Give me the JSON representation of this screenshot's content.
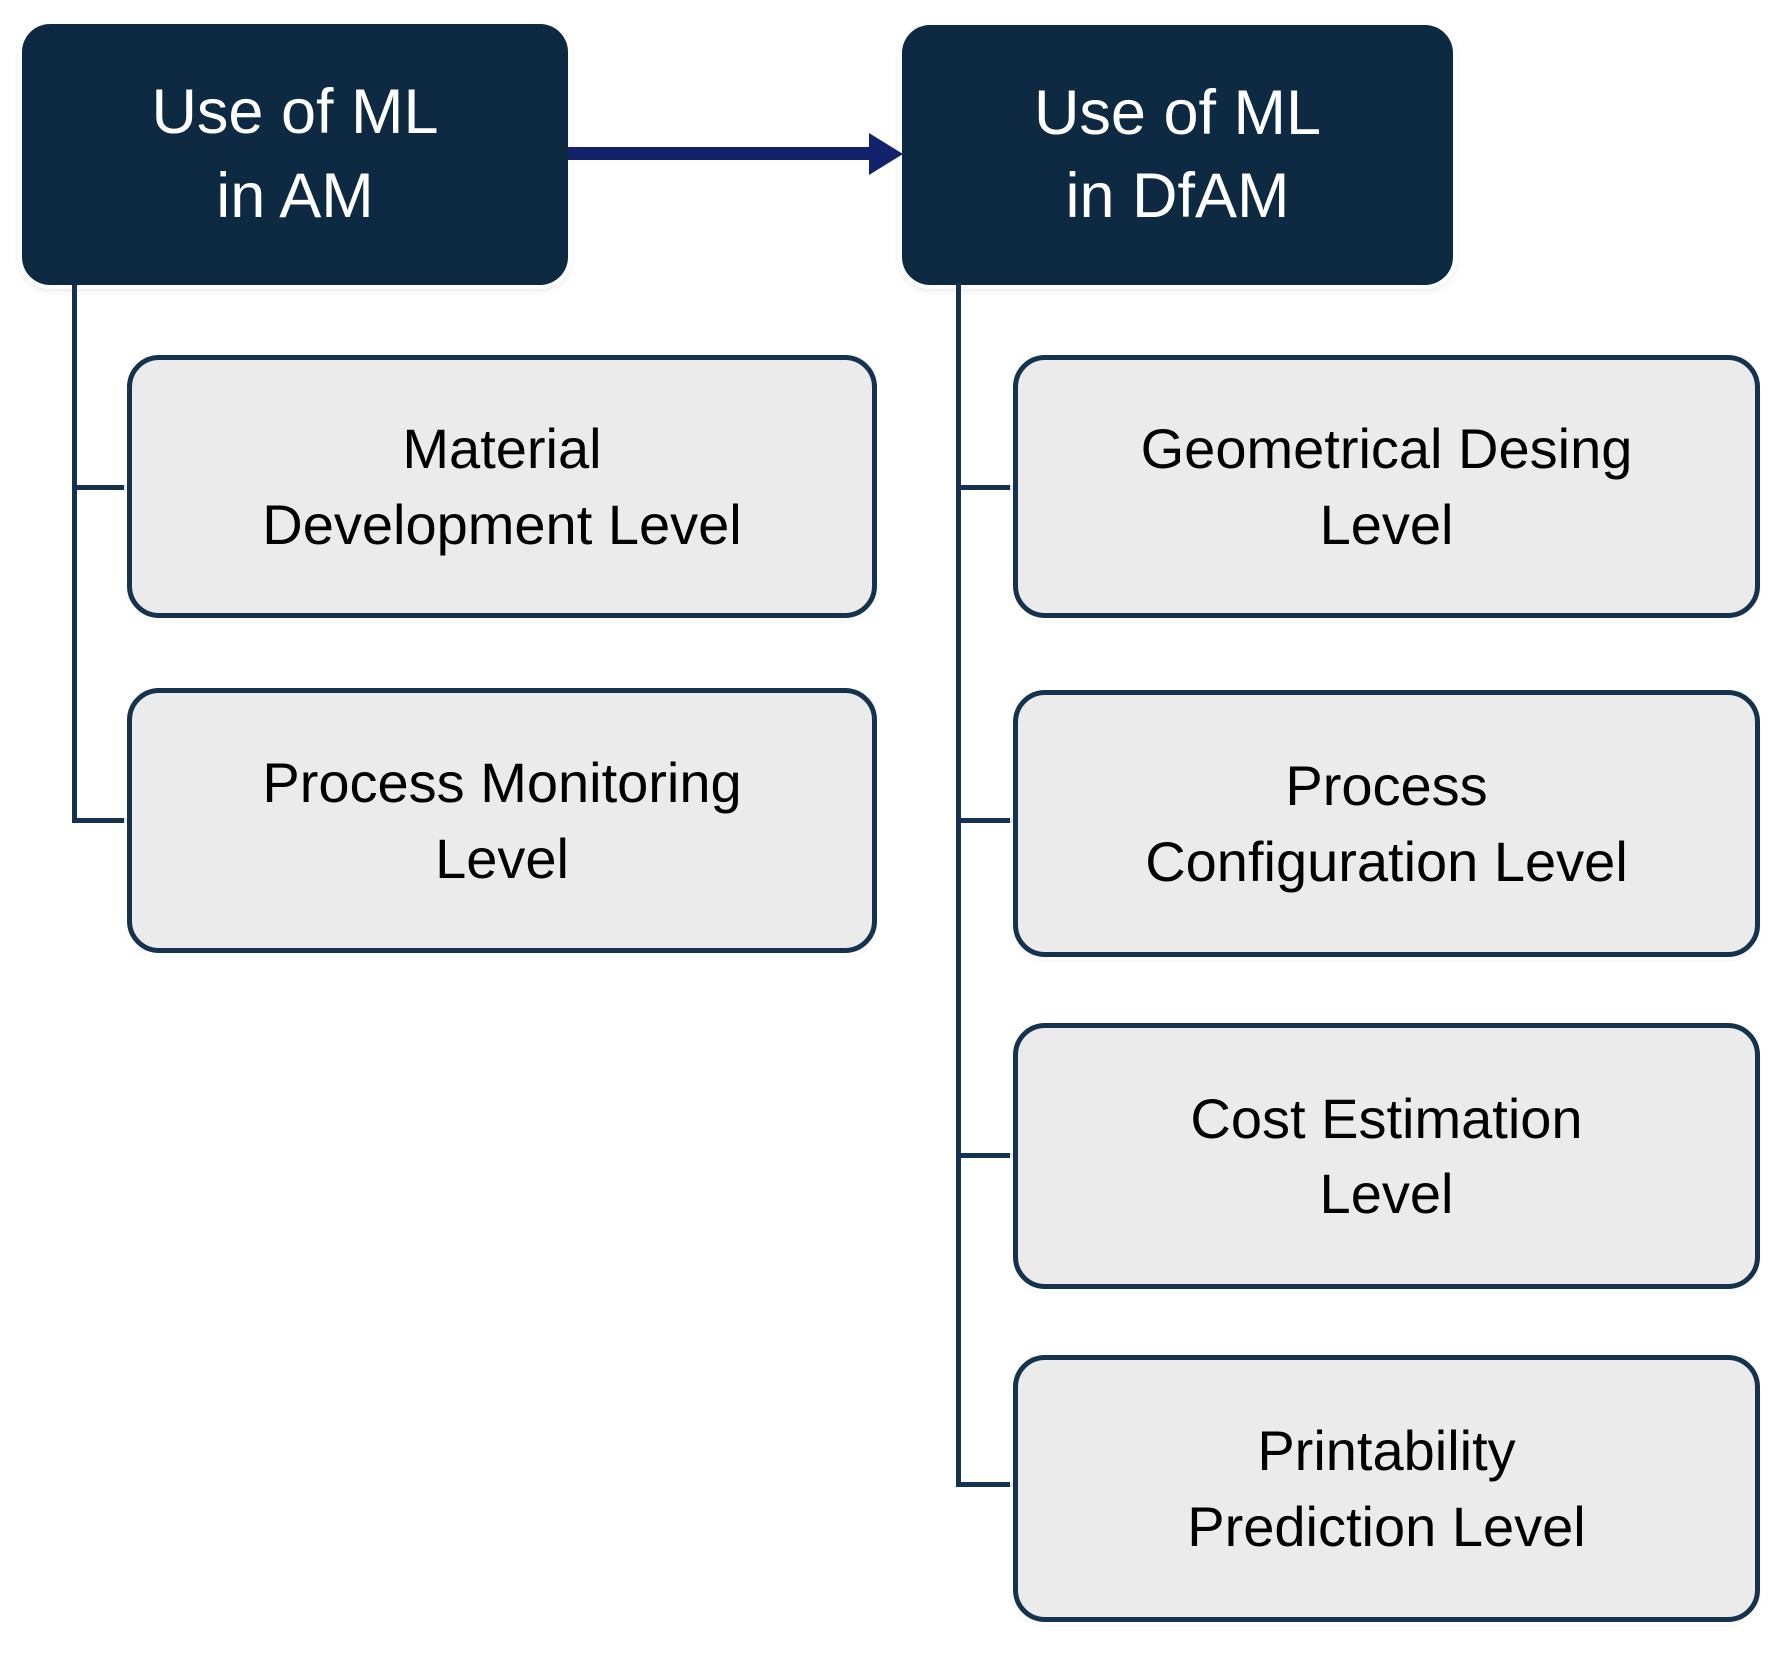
{
  "figure": {
    "type": "hierarchy-diagram",
    "roots": [
      {
        "label": "Use of ML\nin AM"
      },
      {
        "label": "Use of ML\nin DfAM"
      }
    ],
    "arrow": {
      "from": "Use of ML in AM",
      "to": "Use of ML in DfAM",
      "direction": "right"
    },
    "left_children": [
      {
        "label": "Material\nDevelopment Level"
      },
      {
        "label": "Process Monitoring\nLevel"
      }
    ],
    "right_children": [
      {
        "label": "Geometrical Desing\nLevel"
      },
      {
        "label": "Process\nConfiguration Level"
      },
      {
        "label": "Cost Estimation\nLevel"
      },
      {
        "label": "Printability\nPrediction Level"
      }
    ],
    "colors": {
      "node_fill": "#0e2a42",
      "node_text": "#ffffff",
      "child_fill": "#ebebeb",
      "child_border": "#15334f",
      "child_text": "#000000",
      "connector": "#15334f",
      "arrow": "#14226b",
      "canvas_bg": "#ffffff"
    }
  }
}
